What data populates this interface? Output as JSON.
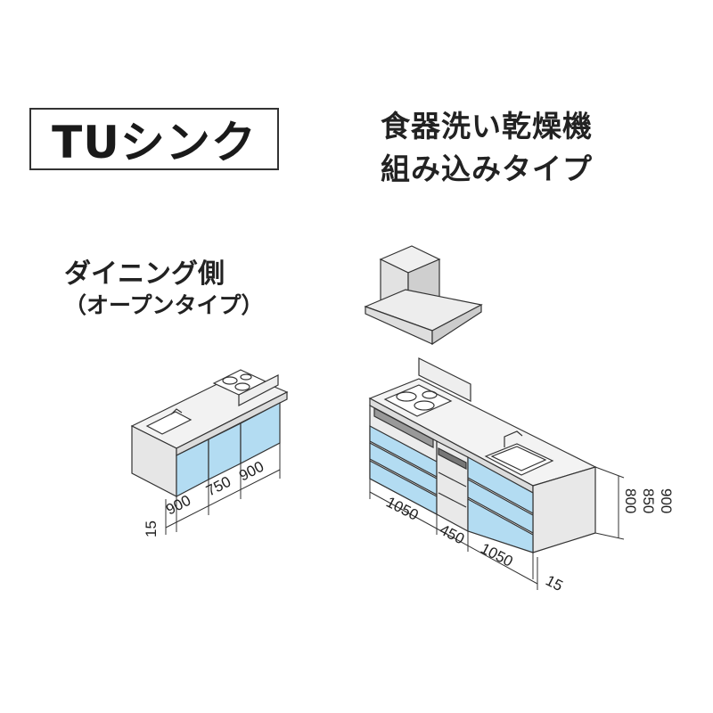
{
  "title": "TUシンク",
  "subtitle": {
    "line1": "食器洗い乾燥機",
    "line2": "組み込みタイプ"
  },
  "dining": {
    "label": "ダイニング側",
    "sub": "（オープンタイプ）"
  },
  "left_dims": {
    "d15": "15",
    "d900a": "900",
    "d750": "750",
    "d900b": "900"
  },
  "right_dims": {
    "d1050a": "1050",
    "d450": "450",
    "d1050b": "1050",
    "d15": "15",
    "h800": "800",
    "h850": "850",
    "h900": "900"
  },
  "colors": {
    "cabinet_blue": "#b3dcf2",
    "panel_gray": "#e9e9e9",
    "top_gray": "#f2f2f2",
    "line": "#333333"
  }
}
